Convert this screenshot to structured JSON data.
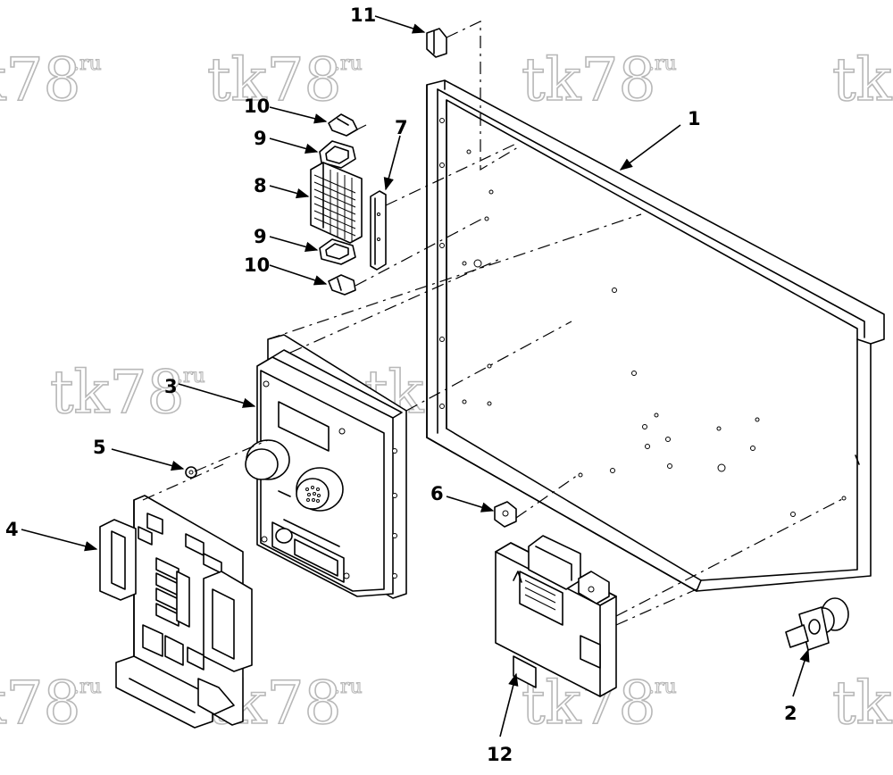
{
  "watermark": {
    "text": "tk78",
    "suffix": ".ru"
  },
  "callouts": [
    {
      "id": "1",
      "label": "1"
    },
    {
      "id": "2",
      "label": "2"
    },
    {
      "id": "3",
      "label": "3"
    },
    {
      "id": "4",
      "label": "4"
    },
    {
      "id": "5",
      "label": "5"
    },
    {
      "id": "6",
      "label": "6"
    },
    {
      "id": "7",
      "label": "7"
    },
    {
      "id": "8",
      "label": "8"
    },
    {
      "id": "9a",
      "label": "9"
    },
    {
      "id": "9b",
      "label": "9"
    },
    {
      "id": "10a",
      "label": "10"
    },
    {
      "id": "10b",
      "label": "10"
    },
    {
      "id": "11",
      "label": "11"
    },
    {
      "id": "12",
      "label": "12"
    }
  ]
}
